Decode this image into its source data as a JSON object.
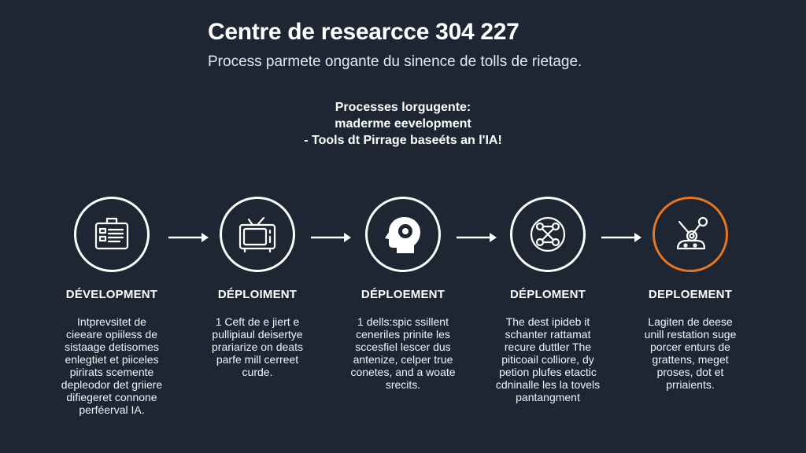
{
  "header": {
    "title": "Centre de researcce 304 227",
    "subtitle": "Process parmete ongante du sinence de tolls de rietage."
  },
  "intro": {
    "lines": [
      "Processes lorgugente:",
      "maderme eevelopment",
      "- Tools dt Pirrage baseéts an l'IA!"
    ]
  },
  "colors": {
    "background": "#1e2633",
    "foreground": "#ffffff",
    "accent": "#e8761e"
  },
  "steps": [
    {
      "icon": "document-form-icon",
      "title": "DÉVELOPMENT",
      "desc": [
        "Intprevsitet de",
        "cieeare opiiless de",
        "sistaage detisomes",
        "enlegtiet et piiceles",
        "pirirats scemente",
        "depleodor det griiere",
        "difiegeret connone",
        "perféerval IA."
      ]
    },
    {
      "icon": "tv-screen-icon",
      "title": "DÉPLOIMENT",
      "desc": [
        "1 Ceft de e jiert e",
        "pullipiaul deisertye",
        "prariarize on deats",
        "parfe mill cerreet",
        "curde."
      ]
    },
    {
      "icon": "head-profile-icon",
      "title": "DÉPLOEMENT",
      "desc": [
        "1 dells:spic ssillent",
        "ceneriles prinite les",
        "sccesfiel lescer dus",
        "antenize, celper true",
        "conetes, and a woate",
        "srecits."
      ]
    },
    {
      "icon": "connected-nodes-icon",
      "title": "DÉPLOMENT",
      "desc": [
        "The dest ipideb it",
        "schanter rattamat",
        "recure duttler The",
        "piticoail colliore, dy",
        "petion plufes etactic",
        "cdninalle les la tovels",
        "pantangment"
      ]
    },
    {
      "icon": "robot-arm-icon",
      "title": "DEPLOEMENT",
      "desc": [
        "Lagiten de deese",
        "unill restation suge",
        "porcer enturs de",
        "grattens, meget",
        "proses, dot et",
        "prriaients."
      ],
      "accent": true
    }
  ]
}
